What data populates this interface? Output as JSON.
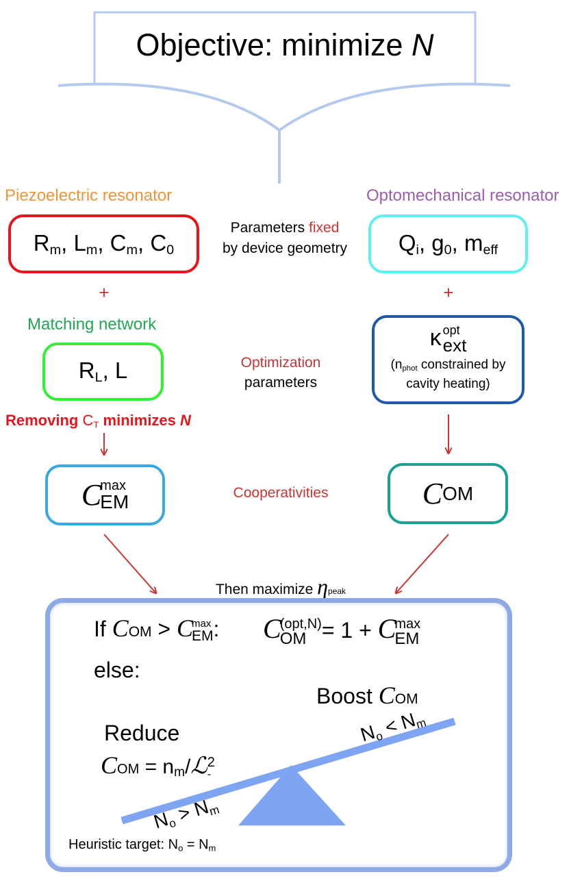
{
  "objective": {
    "prefix": "Objective: minimize ",
    "var": "N"
  },
  "piezo": {
    "heading": "Piezoelectric resonator",
    "params": {
      "R": "R",
      "Rs": "m",
      "L": "L",
      "Ls": "m",
      "C": "C",
      "Cs": "m",
      "C0": "C",
      "C0s": "0"
    }
  },
  "opto": {
    "heading": "Optomechanical resonator",
    "params": {
      "Q": "Q",
      "Qs": "i",
      "g": "g",
      "gs": "0",
      "m": "m",
      "ms": "eff"
    }
  },
  "center": {
    "fixed_a": "Parameters ",
    "fixed_b": "fixed",
    "fixed_c": "by device geometry",
    "optim_a": "Optimization",
    "optim_b": "parameters",
    "coop": "Cooperativities"
  },
  "plus_left": "+",
  "plus_right": "+",
  "matching": {
    "heading": "Matching network",
    "R": "R",
    "Rs": "L",
    "L": ", L"
  },
  "kappa": {
    "symbol": "κ",
    "sup": "opt",
    "sub": "ext",
    "note_a": "(n",
    "note_sub": "phot",
    "note_b": " constrained by",
    "note_c": "cavity heating)"
  },
  "removing": {
    "a": "Removing ",
    "C": "C",
    "Cs": "T",
    "b": " minimizes ",
    "N": "N"
  },
  "cem": {
    "C": "C",
    "sup": "max",
    "sub": "EM"
  },
  "com": {
    "C": "C",
    "sub": "OM"
  },
  "maximize": {
    "text": "Then maximize ",
    "eta": "η",
    "sub": "peak"
  },
  "bottom": {
    "if": "If ",
    "gt": " > ",
    "colon": ":",
    "eq_sup": "(opt,N)",
    "eq_mid": "= 1 + ",
    "max": "max",
    "EM": "EM",
    "OM": "OM",
    "C": "C",
    "else": "else:",
    "boost": "Boost ",
    "reduce": "Reduce",
    "reduce_eq_a": " = n",
    "reduce_eq_sub": "m",
    "reduce_eq_b": "/",
    "script_L": "ℒ",
    "sq": "2",
    "minus": "-",
    "right_rel": "N",
    "right_rel_s1": "o",
    "right_lt": " < N",
    "right_rel_s2": "m",
    "left_rel": "N",
    "left_rel_s1": "o",
    "left_gt": " > N",
    "left_rel_s2": "m",
    "heuristic_a": "Heuristic target: N",
    "heuristic_s1": "o",
    "heuristic_b": " = N",
    "heuristic_s2": "m"
  },
  "colors": {
    "orange": "#f0943a",
    "purple": "#9a5eb0",
    "red": "#e8141c",
    "darkred": "#cc3333",
    "green": "#1fa84f",
    "cyan": "#5ff0f0",
    "lime": "#33ee33",
    "navy": "#1f5aa8",
    "sky": "#3aa8e0",
    "teal": "#16a394",
    "seesaw": "#7fa4f2",
    "lightblue": "#b5c8ee"
  }
}
